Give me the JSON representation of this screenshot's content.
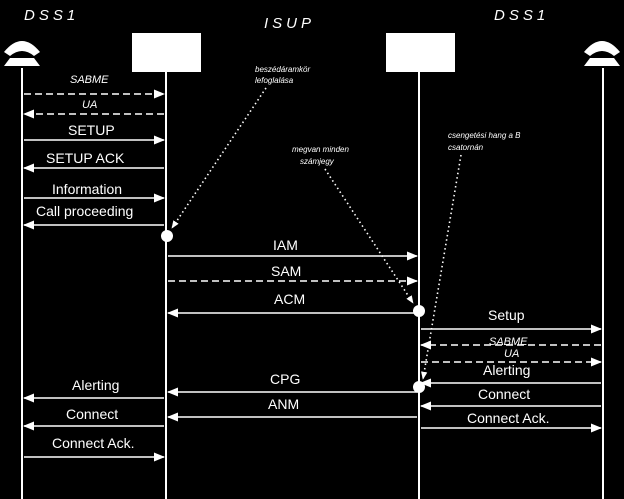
{
  "protocols": {
    "left": "DSS1",
    "middle": "ISUP",
    "right": "DSS1"
  },
  "colors": {
    "background": "#000000",
    "foreground": "#ffffff"
  },
  "icons": {
    "left_phone": "telephone-icon",
    "right_phone": "telephone-icon"
  },
  "notes": {
    "seize": [
      "beszédáramkör",
      "lefoglalása"
    ],
    "digits": [
      "megvan minden",
      "számjegy"
    ],
    "ring": [
      "csengetési hang a B",
      "csatornán"
    ]
  },
  "messages": {
    "sabme_left": "SABME",
    "ua_left": "UA",
    "setup_left": "SETUP",
    "setup_ack": "SETUP ACK",
    "information": "Information",
    "call_proceeding": "Call proceeding",
    "iam": "IAM",
    "sam": "SAM",
    "acm": "ACM",
    "setup_right": "Setup",
    "sabme_right": "SABME",
    "ua_right": "UA",
    "alerting_right": "Alerting",
    "cpg": "CPG",
    "connect_right": "Connect",
    "anm": "ANM",
    "connect_ack_right": "Connect Ack.",
    "alerting_left": "Alerting",
    "connect_left": "Connect",
    "connect_ack_left": "Connect Ack."
  }
}
